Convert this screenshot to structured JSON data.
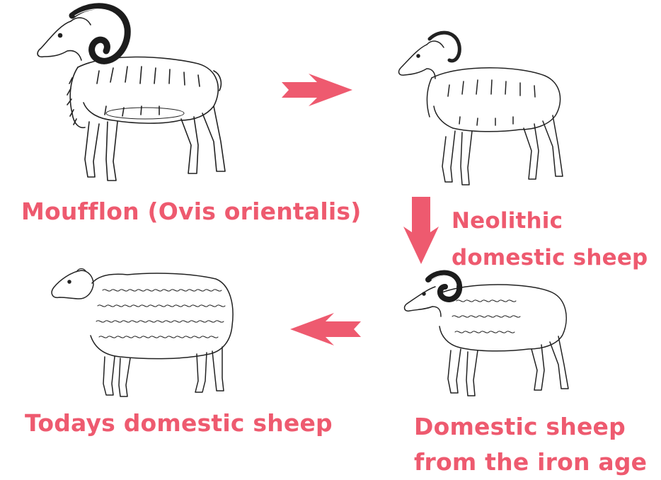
{
  "accent_color": "#ee5a6f",
  "stages": [
    {
      "id": "mouflon",
      "label": "Moufflon (Ovis orientalis)",
      "icon": "mouflon-ram-illustration"
    },
    {
      "id": "neolithic",
      "label_lines": [
        "Neolithic",
        "domestic sheep"
      ],
      "icon": "neolithic-sheep-illustration"
    },
    {
      "id": "iron-age",
      "label_lines": [
        "Domestic sheep",
        "from the iron age"
      ],
      "icon": "iron-age-ram-illustration"
    },
    {
      "id": "today",
      "label": "Todays domestic sheep",
      "icon": "woolly-sheep-illustration"
    }
  ],
  "arrows": [
    {
      "from": "mouflon",
      "to": "neolithic",
      "direction": "right"
    },
    {
      "from": "neolithic",
      "to": "iron-age",
      "direction": "down"
    },
    {
      "from": "iron-age",
      "to": "today",
      "direction": "left"
    }
  ]
}
